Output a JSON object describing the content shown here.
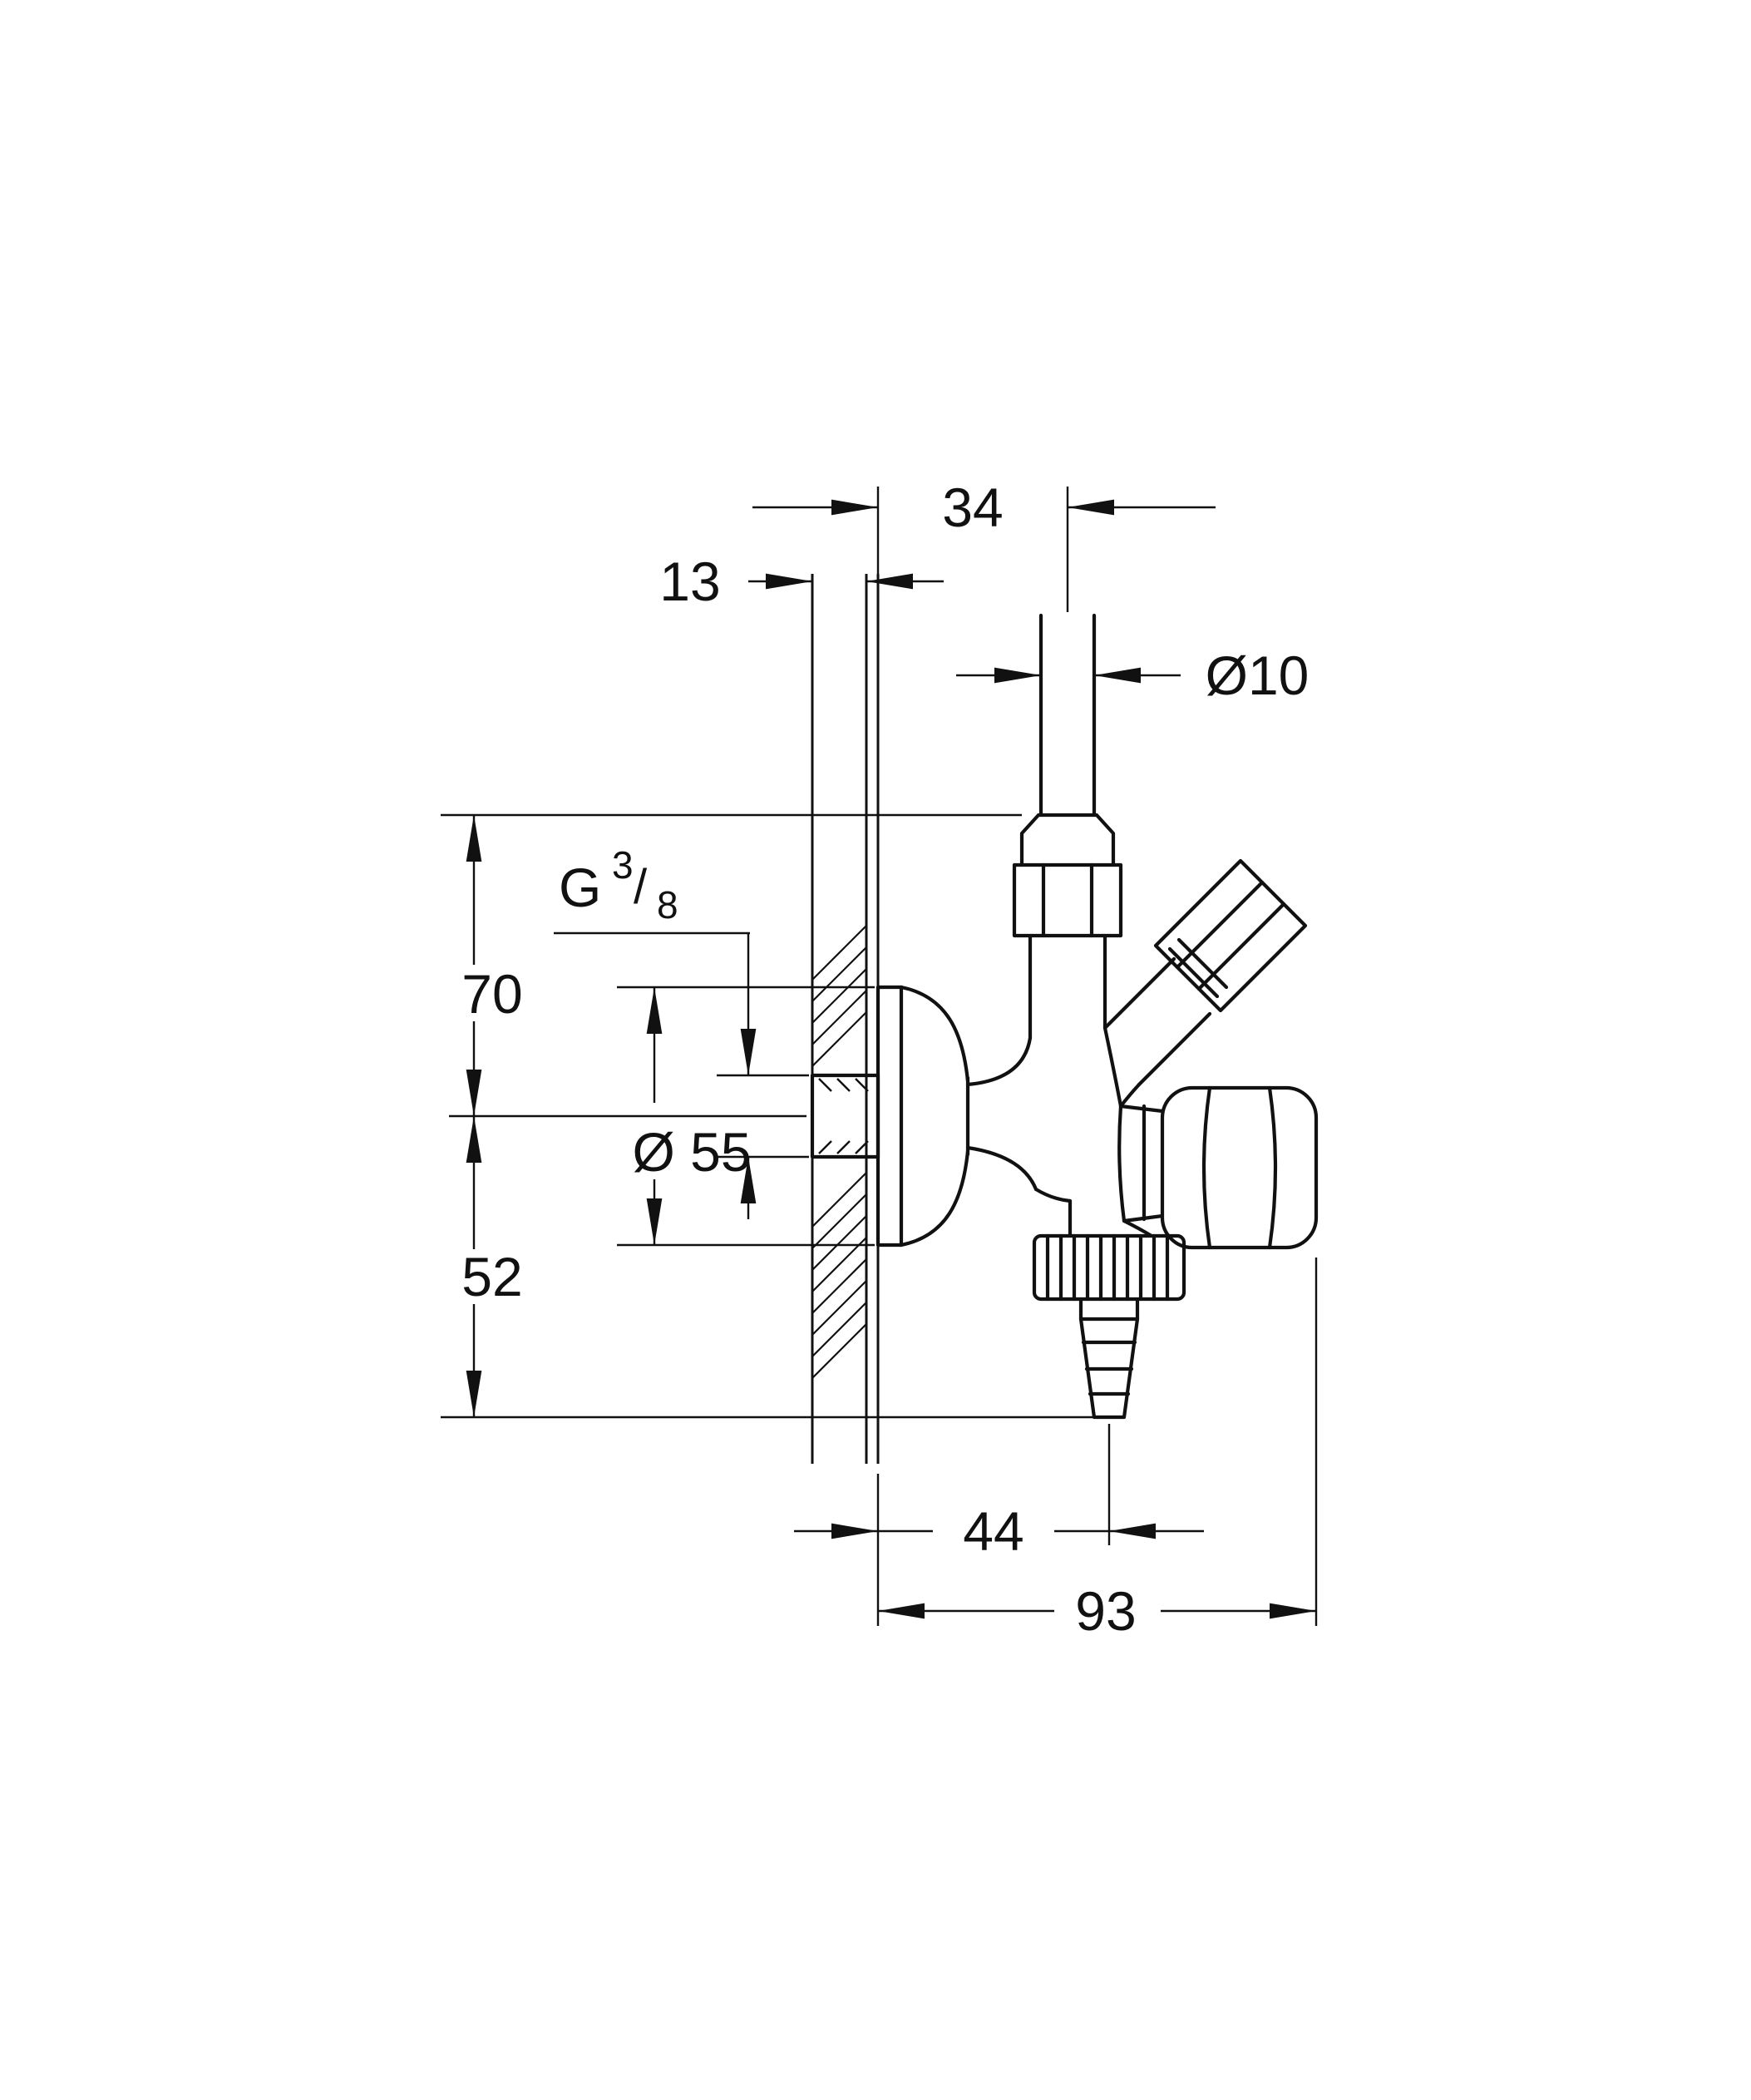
{
  "drawing": {
    "background_color": "#ffffff",
    "line_color": "#111111",
    "dimensions": {
      "wall_to_pipe_axis": "34",
      "wall_thickness": "13",
      "pipe_diameter": "Ø10",
      "thread_prefix": "G",
      "thread_numerator": "3",
      "thread_slash": "/",
      "thread_denominator": "8",
      "axis_to_top": "70",
      "escutcheon_diameter": "Ø 55",
      "axis_to_bottom": "52",
      "wall_to_hose_axis": "44",
      "wall_to_knob_end": "93"
    }
  }
}
